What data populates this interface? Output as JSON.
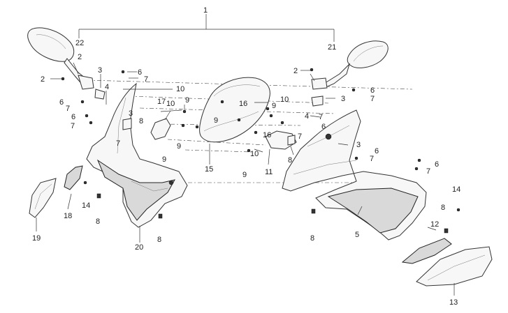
{
  "labels": {
    "l1": "1",
    "l2a": "2",
    "l2b": "2",
    "l2c": "2",
    "l3a": "3",
    "l3b": "3",
    "l3c": "3",
    "l3d": "3",
    "l4a": "4",
    "l4b": "4",
    "l5": "5",
    "l6a": "6",
    "l6b": "6",
    "l6c": "6",
    "l6d": "6",
    "l6e": "6",
    "l6f": "6",
    "l6g": "6",
    "l7a": "7",
    "l7b": "7",
    "l7c": "7",
    "l7d": "7",
    "l7e": "7",
    "l7f": "7",
    "l7g": "7",
    "l7h": "7",
    "l7i": "7",
    "l8a": "8",
    "l8b": "8",
    "l8c": "8",
    "l8d": "8",
    "l8e": "8",
    "l8f": "8",
    "l9a": "9",
    "l9b": "9",
    "l9c": "9",
    "l9d": "9",
    "l9e": "9",
    "l9f": "9",
    "l10a": "10",
    "l10b": "10",
    "l10c": "10",
    "l10d": "10",
    "l11": "11",
    "l12": "12",
    "l13": "13",
    "l14a": "14",
    "l14b": "14",
    "l15": "15",
    "l16a": "16",
    "l16b": "16",
    "l17": "17",
    "l18": "18",
    "l19": "19",
    "l20": "20",
    "l21": "21",
    "l22": "22"
  }
}
